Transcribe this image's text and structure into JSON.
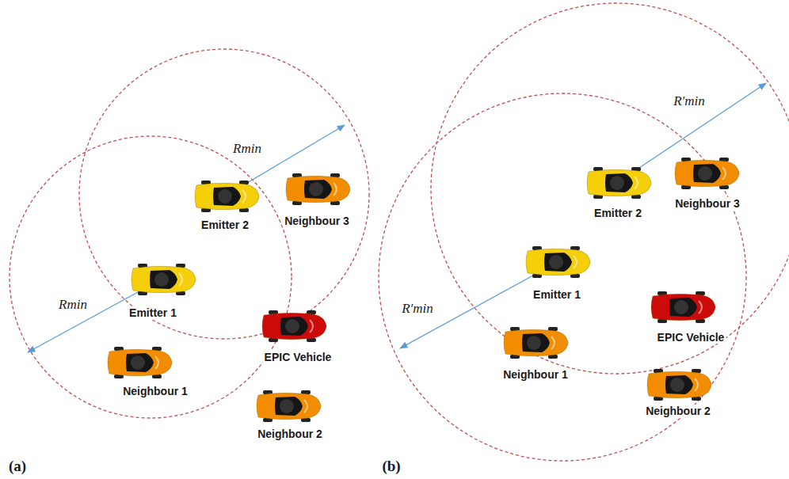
{
  "diagram": {
    "labels": [
      "Rmin",
      "Neighbour 3",
      "Emitter 2",
      "Rmin",
      "Emitter 1",
      "EPIC Vehicle",
      "Neighbour 1",
      "Neighbour 2",
      "(a)",
      "R′min",
      "Emitter 2",
      "Neighbour 3",
      "Emitter 1",
      "R′min",
      "EPIC Vehicle",
      "Neighbour 1",
      "Neighbour 2",
      "(b)"
    ]
  }
}
